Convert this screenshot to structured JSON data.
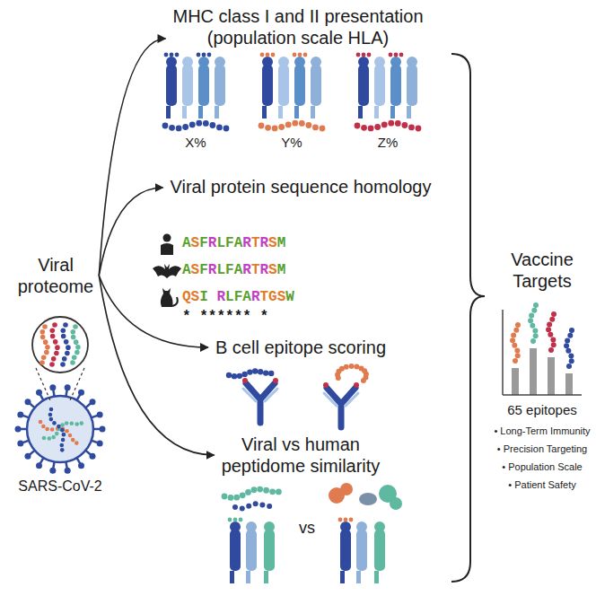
{
  "diagram": {
    "nodes": [
      {
        "text": [
          "Viral proteome"
        ]
      },
      {
        "text": [
          "MHC class I and II presentation (population scale HLA)"
        ]
      },
      {
        "text": [
          "Viral protein sequence homology"
        ]
      },
      {
        "text": [
          "B cell epitope scoring"
        ]
      },
      {
        "text": [
          "Viral vs human peptidome similarity"
        ]
      },
      {
        "text": [
          "Vaccine Targets"
        ]
      }
    ],
    "edges": [
      {
        "from": 0,
        "to": 1,
        "arrow": "to"
      },
      {
        "from": 0,
        "to": 2,
        "arrow": "to"
      },
      {
        "from": 0,
        "to": 3,
        "arrow": "to"
      },
      {
        "from": 0,
        "to": 4,
        "arrow": "to"
      }
    ],
    "labels": [
      "X%",
      "Y%",
      "Z%",
      "ASFRLFARTRSM",
      "ASFRLFARTRSM",
      "QSI RLFARTGSW",
      "* ****** *",
      "vs",
      "SARS-CoV-2",
      "65 epitopes",
      "• Long-Term Immunity",
      "• Precision Targeting",
      "• Population Scale",
      "• Patient Safety"
    ]
  }
}
